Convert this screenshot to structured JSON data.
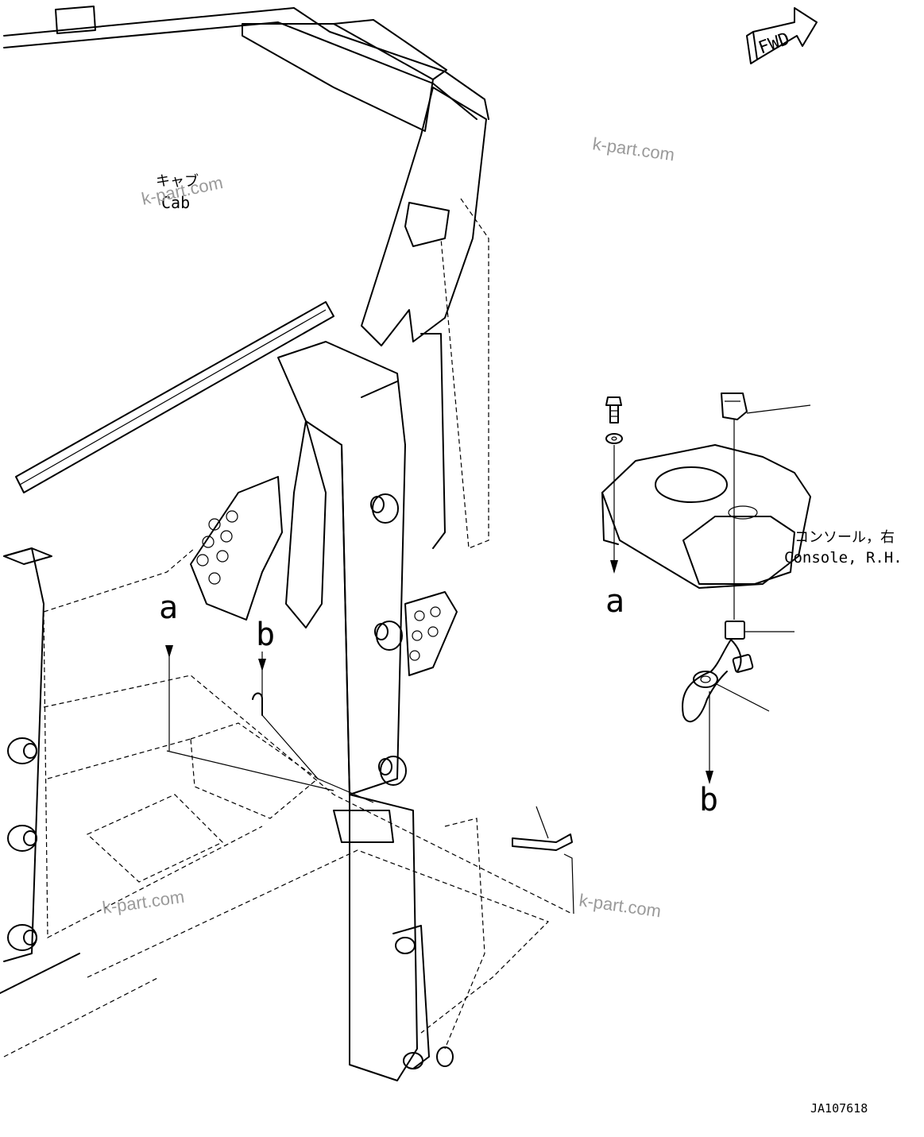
{
  "labels": {
    "cab_jp": "キャブ",
    "cab_en": "Cab",
    "console_jp": "コンソール，右",
    "console_en": "Console, R.H.",
    "fwd": "FWD",
    "ref_a": "a",
    "ref_b": "b",
    "drawing_id": "JA107618"
  },
  "watermarks": [
    "k-part.com",
    "k-part.com",
    "k-part.com",
    "k-part.com"
  ],
  "icons": {
    "fwd_arrow": "fwd-arrow-icon"
  }
}
